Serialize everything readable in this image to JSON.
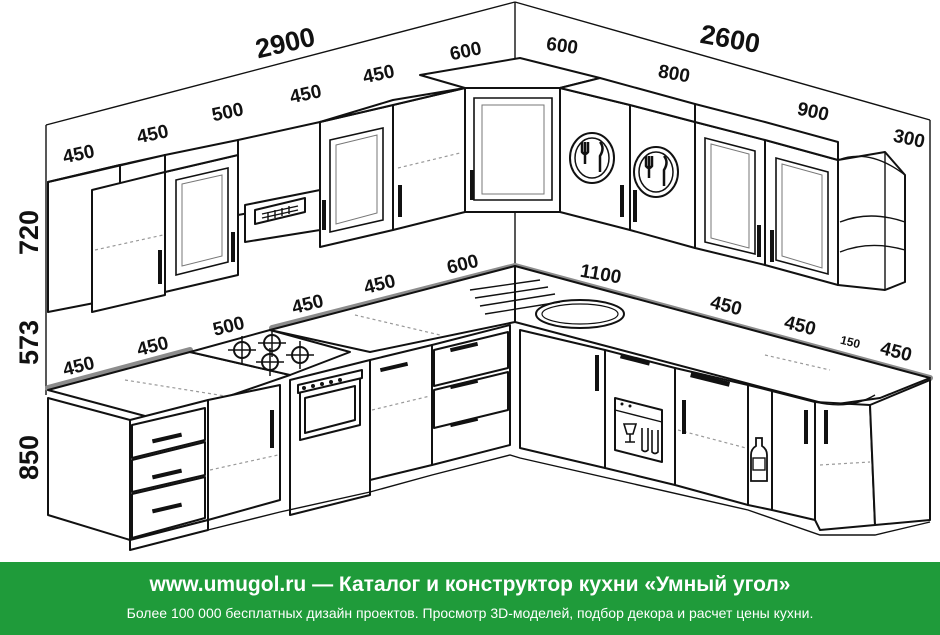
{
  "dimensions": {
    "total_left": "2900",
    "total_right": "2600",
    "height_upper": "720",
    "height_gap": "573",
    "height_lower": "850",
    "upper": [
      "450",
      "450",
      "500",
      "450",
      "450",
      "600",
      "600",
      "800",
      "900",
      "300"
    ],
    "lower": [
      "450",
      "450",
      "500",
      "450",
      "450",
      "600",
      "1100",
      "450",
      "450",
      "150",
      "450"
    ]
  },
  "footer": {
    "title": "www.umugol.ru — Каталог и конструктор кухни «Умный угол»",
    "subtitle": "Более 100 000 бесплатных дизайн проектов. Просмотр 3D-моделей, подбор декора и расчет цены кухни."
  },
  "colors": {
    "footer_bg": "#1f9b3a",
    "countertop_edge": "#8c8c8c",
    "line": "#111111"
  },
  "icons": [
    "plate-fork-knife-icon",
    "dishwasher-icon",
    "bottle-icon",
    "hob-burner-icon"
  ]
}
